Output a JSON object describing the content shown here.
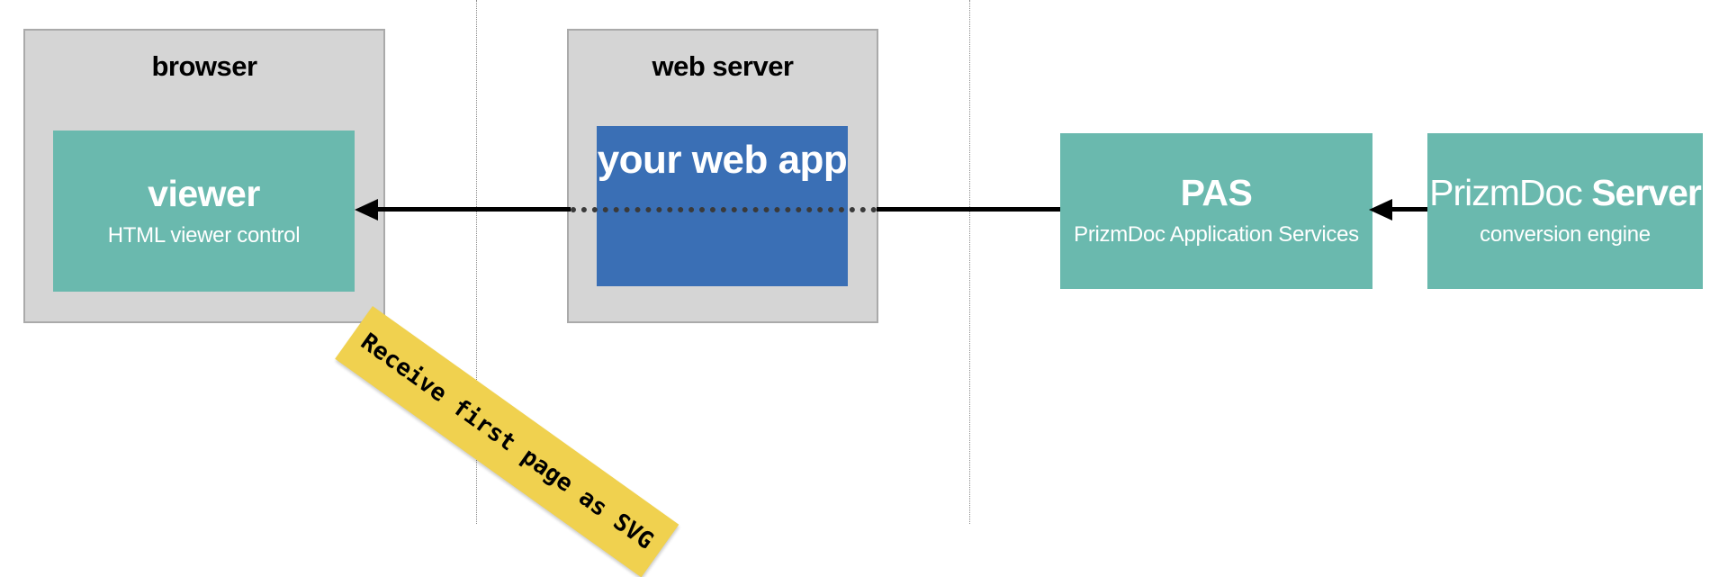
{
  "browser": {
    "title": "browser",
    "viewer": {
      "title": "viewer",
      "subtitle": "HTML viewer control"
    }
  },
  "web_server": {
    "title": "web server",
    "web_app": {
      "title": "your web app"
    }
  },
  "pas": {
    "title": "PAS",
    "subtitle": "PrizmDoc Application Services"
  },
  "prizmdoc_server": {
    "title_regular": "PrizmDoc",
    "title_bold": "Server",
    "subtitle": "conversion engine"
  },
  "note": {
    "text": "Receive first page as SVG"
  },
  "colors": {
    "container": "#d5d5d5",
    "component": "#6ab9ae",
    "web_app": "#3a6fb5",
    "note": "#f0d14f",
    "arrow": "#000000"
  }
}
